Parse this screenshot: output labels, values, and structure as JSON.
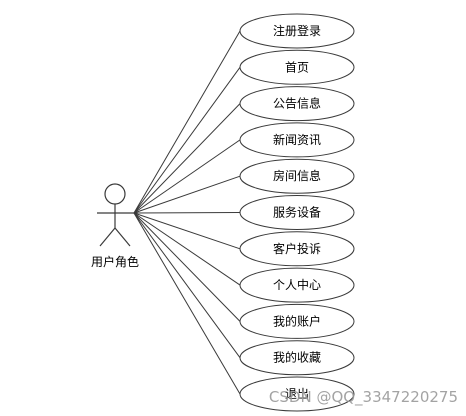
{
  "actor": {
    "label": "用户角色"
  },
  "use_cases": [
    {
      "label": "注册登录"
    },
    {
      "label": "首页"
    },
    {
      "label": "公告信息"
    },
    {
      "label": "新闻资讯"
    },
    {
      "label": "房间信息"
    },
    {
      "label": "服务设备"
    },
    {
      "label": "客户投诉"
    },
    {
      "label": "个人中心"
    },
    {
      "label": "我的账户"
    },
    {
      "label": "我的收藏"
    },
    {
      "label": "退出"
    }
  ],
  "watermark": "CSDN @QQ_3347220275"
}
